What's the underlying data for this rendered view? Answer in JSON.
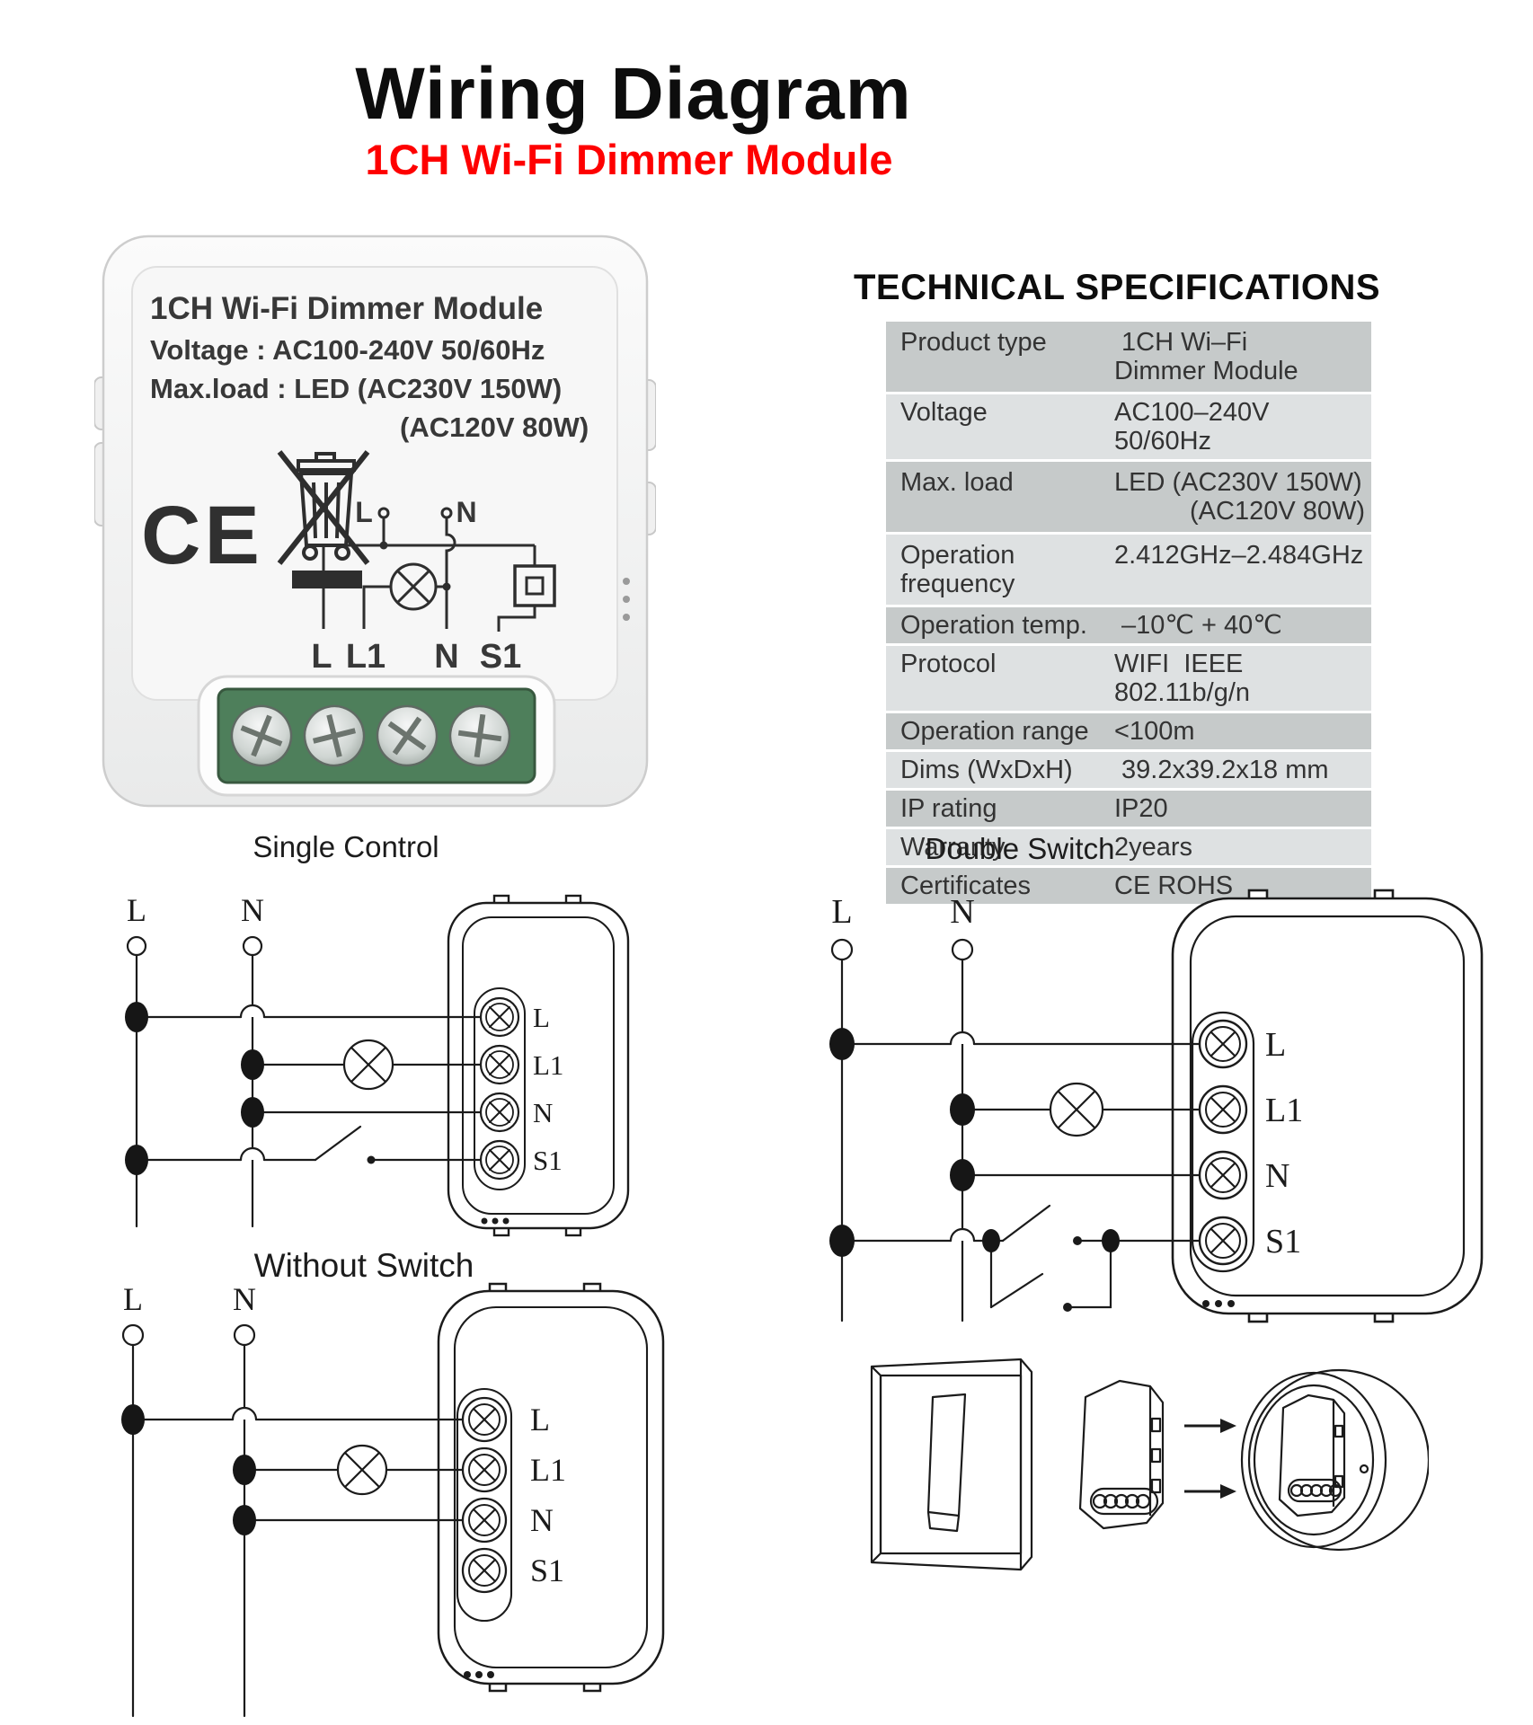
{
  "header": {
    "title": "Wiring Diagram",
    "subtitle": "1CH Wi-Fi Dimmer Module",
    "subtitle_color": "#fe0000"
  },
  "product_photo": {
    "print_line1": "1CH Wi-Fi Dimmer Module",
    "print_line2": "Voltage : AC100-240V 50/60Hz",
    "print_line3": "Max.load : LED (AC230V 150W)",
    "print_line4": "(AC120V 80W)",
    "ce_mark": "CE",
    "mini_diagram": {
      "l": "L",
      "n": "N"
    },
    "terminal_labels": [
      "L",
      "L1",
      "N",
      "S1"
    ],
    "terminal_block_color": "#4e7f5b"
  },
  "specs": {
    "heading": "TECHNICAL SPECIFICATIONS",
    "row_colors": {
      "dark": "#c6caca",
      "light": "#dee1e2"
    },
    "rows": [
      {
        "label": "Product type",
        "value": "1CH Wi–Fi",
        "value2": "Dimmer Module"
      },
      {
        "label": "Voltage",
        "value": "AC100–240V 50/60Hz"
      },
      {
        "label": "Max. load",
        "value": "LED (AC230V 150W)",
        "value2": "(AC120V 80W)"
      },
      {
        "label": "Operation",
        "label2": "frequency",
        "value": "2.412GHz–2.484GHz"
      },
      {
        "label": "Operation temp.",
        "value": "–10℃ + 40℃"
      },
      {
        "label": "Protocol",
        "value": "WIFI  IEEE 802.11b/g/n"
      },
      {
        "label": "Operation range",
        "value": "<100m"
      },
      {
        "label": "Dims (WxDxH)",
        "value": "39.2x39.2x18 mm"
      },
      {
        "label": "IP rating",
        "value": "IP20"
      },
      {
        "label": "Warranty",
        "value": "2years"
      },
      {
        "label": "Certificates",
        "value": "CE ROHS"
      }
    ]
  },
  "diagrams": {
    "terminals": [
      "L",
      "L1",
      "N",
      "S1"
    ],
    "source_l": "L",
    "source_n": "N",
    "single_control": {
      "title": "Single Control"
    },
    "double_switch": {
      "title": "Double Switch"
    },
    "without_switch": {
      "title": "Without Switch"
    }
  }
}
